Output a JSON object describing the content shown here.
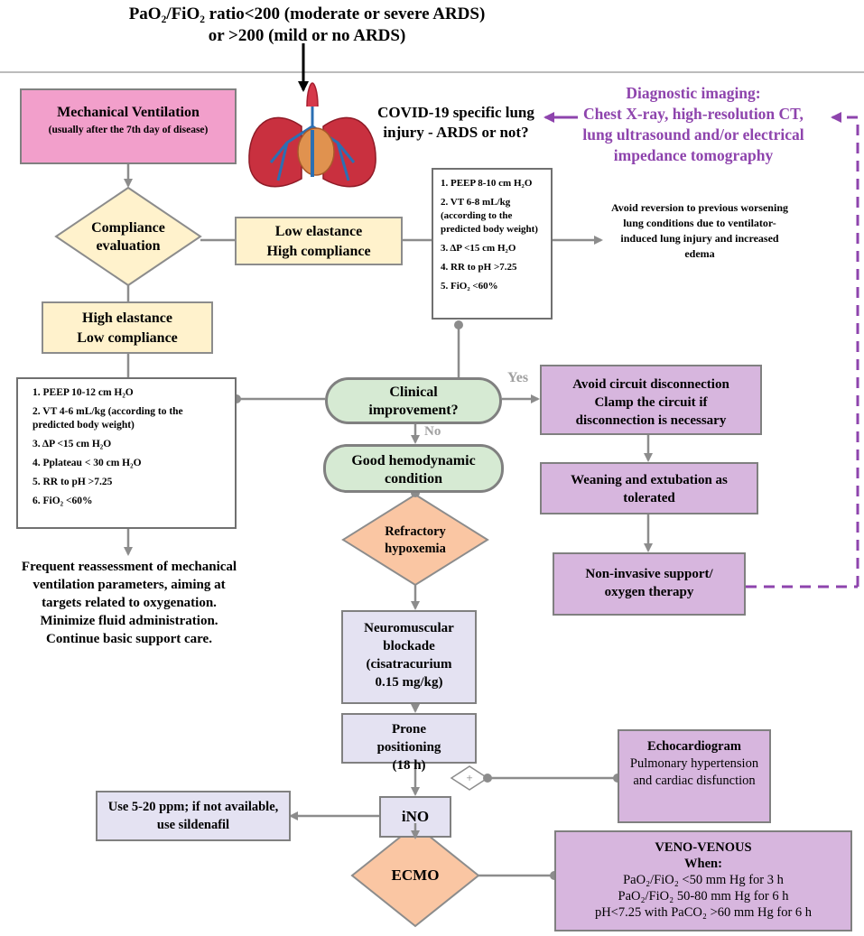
{
  "header": {
    "line1": "PaO₂/FiO₂ ratio<200  (moderate or severe ARDS)",
    "line2": "or >200 (mild or no ARDS)"
  },
  "mech_vent": {
    "title": "Mechanical Ventilation",
    "subtitle": "(usually after the 7th day of disease)"
  },
  "covid_question": "COVID-19 specific lung injury - ARDS or not?",
  "diagnostic_imaging": {
    "title": "Diagnostic imaging:",
    "line2": "Chest X-ray, high-resolution CT,",
    "line3": "lung ultrasound and/or electrical",
    "line4": "impedance tomography"
  },
  "compliance_eval": "Compliance evaluation",
  "low_elastance": {
    "line1": "Low elastance",
    "line2": "High compliance"
  },
  "high_elastance": {
    "line1": "High elastance",
    "line2": "Low compliance"
  },
  "low_elastance_params": [
    "1.  PEEP 8-10 cm H₂O",
    "2.  VT 6-8 mL/kg (according to the predicted body weight)",
    "3.  ΔP <15 cm H₂O",
    "4.  RR to pH >7.25",
    "5.  FiO₂ <60%"
  ],
  "avoid_reversion": "Avoid reversion to previous worsening lung conditions due to ventilator-induced lung injury and increased edema",
  "high_elastance_params": [
    "1.  PEEP 10-12 cm H₂O",
    "2.  VT 4-6 mL/kg (according to the predicted body weight)",
    "3.  ΔP <15 cm H₂O",
    "4.  Pplateau < 30 cm H₂O",
    "5.  RR to pH >7.25",
    "6.  FiO₂ <60%"
  ],
  "clinical_improvement": "Clinical improvement?",
  "yes_label": "Yes",
  "no_label": "No",
  "avoid_circuit": "Avoid circuit disconnection Clamp the circuit if disconnection is necessary",
  "good_hemodynamic": "Good hemodynamic condition",
  "weaning": "Weaning and extubation as tolerated",
  "refractory": "Refractory hypoxemia",
  "non_invasive": "Non-invasive support/ oxygen therapy",
  "frequent_reassessment": "Frequent reassessment of mechanical ventilation parameters, aiming at targets related to oxygenation. Minimize fluid administration. Continue basic support care.",
  "neuromuscular": "Neuromuscular blockade (cisatracurium 0.15 mg/kg)",
  "prone": "Prone positioning (18 h)",
  "echo": {
    "title": "Echocardiogram",
    "body": "Pulmonary hypertension and cardiac disfunction"
  },
  "plus_symbol": "+",
  "use_ppm": "Use 5-20 ppm; if not available, use sildenafil",
  "ino": "iNO",
  "ecmo": "ECMO",
  "veno": {
    "title": "VENO-VENOUS",
    "when": "When:",
    "line1": "PaO₂/FiO₂ <50 mm Hg for 3 h",
    "line2": "PaO₂/FiO₂ 50-80 mm Hg for 6 h",
    "line3": "pH<7.25 with PaCO₂ >60 mm Hg for 6 h"
  },
  "colors": {
    "pink": "#f29fcb",
    "yellow": "#fff2cc",
    "green": "#d6ead3",
    "purple": "#d7b6de",
    "lavender": "#e4e2f2",
    "orange": "#fac6a3",
    "diag_text": "#8e44ad",
    "connector": "#8c8c8c"
  }
}
